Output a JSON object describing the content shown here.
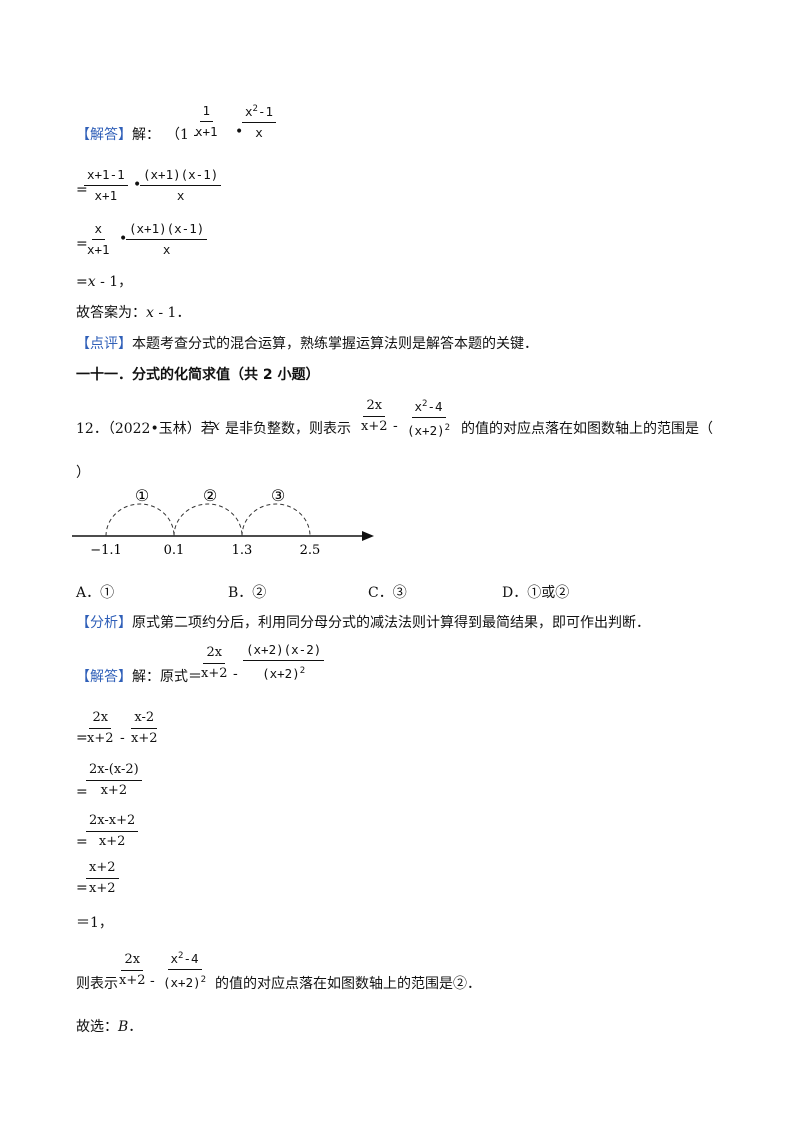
{
  "s1": {
    "tag": "【解答】",
    "jie": "解：",
    "open": "（1 -",
    "f1_num": "1",
    "f1_den": "x+1",
    "dot": "•",
    "f2_num_a": "x",
    "f2_num_sup": "2",
    "f2_num_b": "-1",
    "f2_den": "x",
    "l2_eq": "=",
    "l2_f1_num": "x+1-1",
    "l2_f1_den": "x+1",
    "l2_dot": "•",
    "l2_f2_num": "(x+1)(x-1)",
    "l2_f2_den": "x",
    "l3_eq": "=",
    "l3_f1_num": "x",
    "l3_f1_den": "x+1",
    "l3_dot": "•",
    "l3_f2_num": "(x+1)(x-1)",
    "l3_f2_den": "x",
    "l4_a": "=",
    "l4_b": "x",
    "l4_c": " - 1，",
    "answer_a": "故答案为：",
    "answer_b": "x",
    "answer_c": " - 1．",
    "comment_tag": "【点评】",
    "comment": "本题考查分式的混合运算，熟练掌握运算法则是解答本题的关键．"
  },
  "section_title": "一十一．分式的化简求值（共 2 小题）",
  "q12": {
    "prefix": "12．（2022•玉林）若",
    "x": "x",
    "mid": "是非负整数，则表示",
    "f1_num": "2x",
    "f1_den": "x+2",
    "minus": "-",
    "f2_num_a": "x",
    "f2_num_sup": "2",
    "f2_num_b": "-4",
    "f2_den_a": "(x+2)",
    "f2_den_sup": "2",
    "suffix": "的值的对应点落在如图数轴上的范围是（",
    "close": "）",
    "axis_labels": [
      "−1.1",
      "0.1",
      "1.3",
      "2.5"
    ],
    "arc_labels": [
      "①",
      "②",
      "③"
    ],
    "options": [
      "A．①",
      "B．②",
      "C．③",
      "D．①或②"
    ]
  },
  "analysis": {
    "tag": "【分析】",
    "text": "原式第二项约分后，利用同分母分式的减法法则计算得到最简结果，即可作出判断．"
  },
  "s2": {
    "tag": "【解答】",
    "lead": "解：原式＝",
    "f1_num": "2x",
    "f1_den": "x+2",
    "minus": "-",
    "f2_num": "(x+2)(x-2)",
    "f2_den_a": "(x+2)",
    "f2_den_sup": "2",
    "l2_eq": "=",
    "l2_f1_num": "2x",
    "l2_f1_den": "x+2",
    "l2_minus": "-",
    "l2_f2_num": "x-2",
    "l2_f2_den": "x+2",
    "l3_eq": "=",
    "l3_num": "2x-(x-2)",
    "l3_den": "x+2",
    "l4_eq": "=",
    "l4_num": "2x-x+2",
    "l4_den": "x+2",
    "l5_eq": "=",
    "l5_num": "x+2",
    "l5_den": "x+2",
    "l6": "＝1，",
    "final_a": "则表示",
    "final_f1_num": "2x",
    "final_f1_den": "x+2",
    "final_minus": "-",
    "final_f2_num_a": "x",
    "final_f2_num_sup": "2",
    "final_f2_num_b": "-4",
    "final_f2_den_a": "(x+2)",
    "final_f2_den_sup": "2",
    "final_b": "的值的对应点落在如图数轴上的范围是②．",
    "choose_a": "故选：",
    "choose_b": "B",
    "choose_c": "．"
  }
}
